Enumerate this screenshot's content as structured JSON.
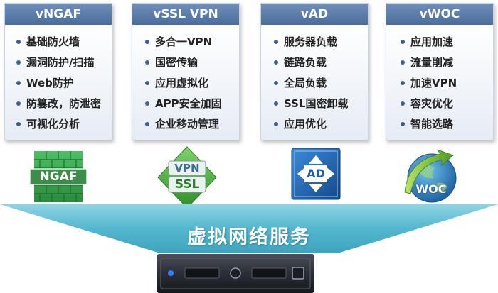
{
  "cards": [
    {
      "title": "vNGAF",
      "items": [
        "基础防火墙",
        "漏洞防护/扫描",
        "Web防护",
        "防篡改，防泄密",
        "可视化分析"
      ]
    },
    {
      "title": "vSSL VPN",
      "items": [
        "多合一VPN",
        "国密传输",
        "应用虚拟化",
        "APP安全加固",
        "企业移动管理"
      ]
    },
    {
      "title": "vAD",
      "items": [
        "服务器负载",
        "链路负载",
        "全局负载",
        "SSL国密卸载",
        "应用优化"
      ]
    },
    {
      "title": "vWOC",
      "items": [
        "应用加速",
        "流量削减",
        "加速VPN",
        "容灾优化",
        "智能选路"
      ]
    }
  ],
  "icons": {
    "ngaf_label": "NGAF",
    "vpn_label": "VPN",
    "ssl_label": "SSL",
    "ad_label": "AD",
    "woc_label": "WOC"
  },
  "platform_title": "虚拟网络服务",
  "colors": {
    "card_header": "#4a6d9c",
    "funnel": "#4fb3c9",
    "wall_green": "#39a44a",
    "vpn_green": "#4caa3c",
    "ad_blue": "#1f5fa8",
    "woc_green": "#7ab52f"
  }
}
